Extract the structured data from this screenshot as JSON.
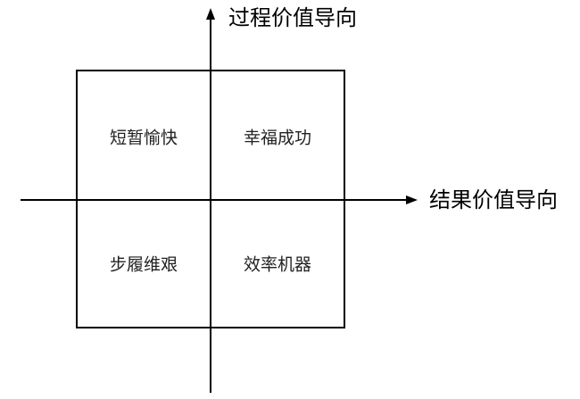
{
  "axes": {
    "vertical_label": "过程价值导向",
    "horizontal_label": "结果价值导向"
  },
  "quadrants": {
    "top_left": "短暂愉快",
    "top_right": "幸福成功",
    "bottom_left": "步履维艰",
    "bottom_right": "效率机器"
  },
  "colors": {
    "line": "#000000",
    "text": "#222222"
  }
}
